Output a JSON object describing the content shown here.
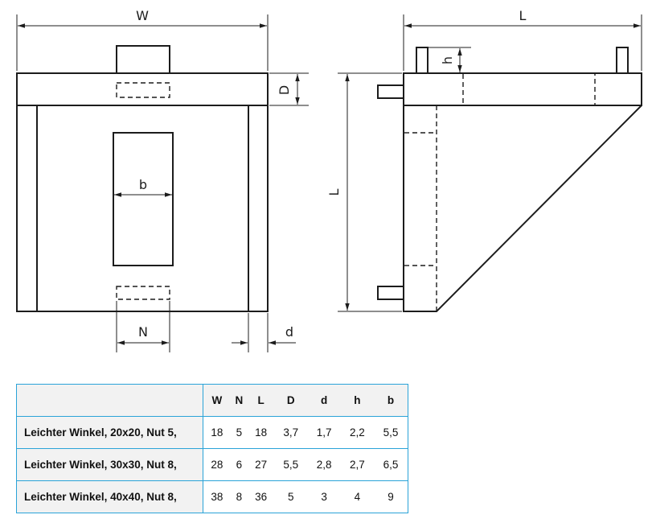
{
  "drawing": {
    "labels": {
      "width": "W",
      "length_top": "L",
      "length_side": "L",
      "depth": "D",
      "height": "h",
      "slot_b": "b",
      "nut": "N",
      "thickness": "d"
    }
  },
  "table": {
    "columns": [
      "W",
      "N",
      "L",
      "D",
      "d",
      "h",
      "b"
    ],
    "rows": [
      {
        "name": "Leichter Winkel, 20x20, Nut 5,",
        "values": [
          "18",
          "5",
          "18",
          "3,7",
          "1,7",
          "2,2",
          "5,5"
        ]
      },
      {
        "name": "Leichter Winkel, 30x30, Nut 8,",
        "values": [
          "28",
          "6",
          "27",
          "5,5",
          "2,8",
          "2,7",
          "6,5"
        ]
      },
      {
        "name": "Leichter Winkel, 40x40, Nut 8,",
        "values": [
          "38",
          "8",
          "36",
          "5",
          "3",
          "4",
          "9"
        ]
      }
    ]
  }
}
